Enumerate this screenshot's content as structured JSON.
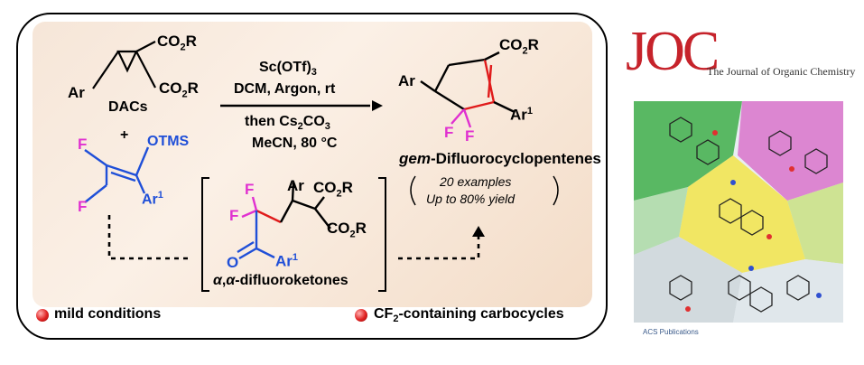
{
  "scheme": {
    "reactant_dac": {
      "label": "DACs",
      "ar": "Ar",
      "co2r_top": "CO",
      "co2r_bottom": "CO",
      "r": "R",
      "sub2": "2"
    },
    "plus": "+",
    "reactant_alkene": {
      "f_top": "F",
      "f_bottom": "F",
      "otms": "OTMS",
      "ar1": "Ar",
      "sup1": "1"
    },
    "conditions": {
      "line1": "Sc(OTf)",
      "line1_sub": "3",
      "line2": "DCM, Argon, rt",
      "line3": "then Cs",
      "line3_sub1": "2",
      "line3_mid": "CO",
      "line3_sub2": "3",
      "line4": "MeCN, 80 °C"
    },
    "product": {
      "co2r": "CO",
      "sub2": "2",
      "r": "R",
      "ar": "Ar",
      "f1": "F",
      "f2": "F",
      "ar1": "Ar",
      "sup1": "1",
      "name_prefix": "gem",
      "name_rest": "-Difluorocyclopentenes",
      "examples": "20 examples",
      "yield": "Up to 80% yield"
    },
    "intermediate": {
      "ar": "Ar",
      "co2r_top": "CO",
      "co2r_bottom": "CO",
      "sub2": "2",
      "r": "R",
      "f1": "F",
      "f2": "F",
      "o": "O",
      "ar1": "Ar",
      "sup1": "1",
      "alpha": "α",
      "comma": ",",
      "name_rest": "-difluoroketones"
    },
    "bullets": {
      "left": "mild conditions",
      "right_pre": "CF",
      "right_sub": "2",
      "right_post": "-containing carbocycles"
    }
  },
  "cover": {
    "logo": "JOC",
    "journal": "The Journal of Organic Chemistry",
    "publisher": "ACS Publications"
  },
  "colors": {
    "blue": "#1f4fd8",
    "pink": "#e030d0",
    "red": "#e01b1b",
    "journal_red": "#c6232b"
  }
}
